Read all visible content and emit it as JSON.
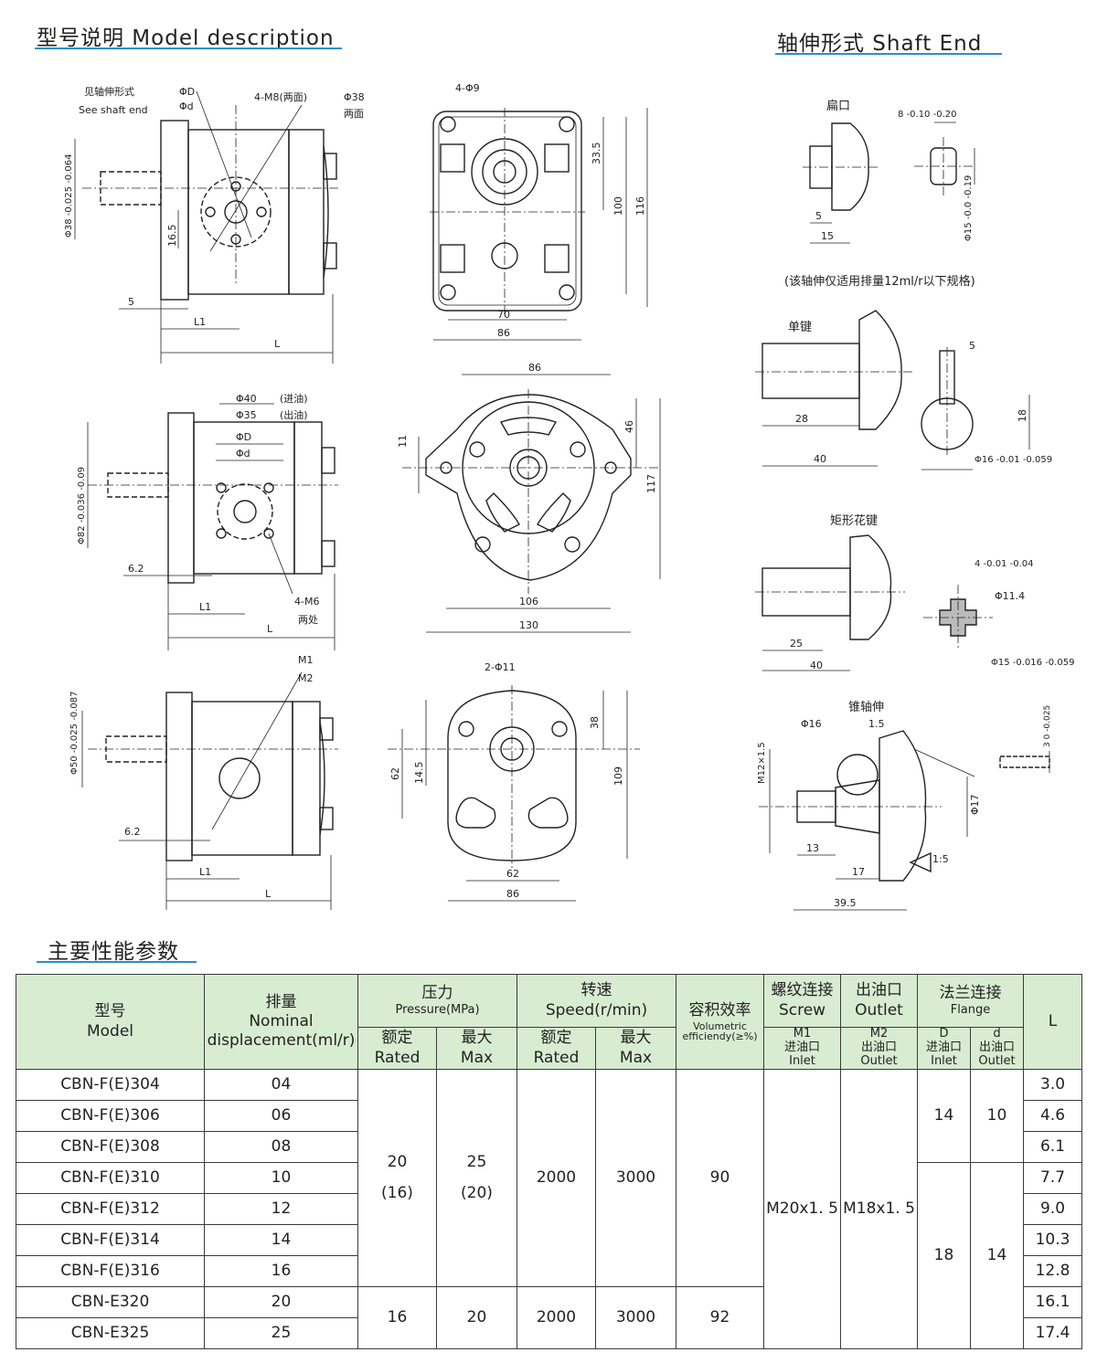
{
  "sections": {
    "model_desc": "型号说明 Model description",
    "shaft_end": "轴伸形式 Shaft End",
    "performance": "主要性能参数"
  },
  "colors": {
    "accent_line": "#2a8fc9",
    "header_fill": "#d8ecd2"
  },
  "drawings": {
    "side1": {
      "see_shaft_cn": "见轴伸形式",
      "see_shaft_en": "See shaft end",
      "phiD": "ΦD",
      "phid": "Φd",
      "bolt": "4-M8(两面)",
      "phi38": "Φ38",
      "both_sides": "两面",
      "shaft_dia": "Φ38 -0.025 -0.064",
      "dim_16_5": "16.5",
      "dim_5": "5",
      "L1": "L1",
      "L": "L"
    },
    "front1": {
      "holes": "4-Φ9",
      "d33_5": "33.5",
      "d100": "100",
      "d116": "116",
      "d70": "70",
      "d86": "86"
    },
    "side2": {
      "phi40": "Φ40",
      "inlet": "(进油)",
      "phi35": "Φ35",
      "outlet": "(出油)",
      "phiD": "ΦD",
      "phid": "Φd",
      "shaft_dia": "Φ82 -0.036 -0.09",
      "dim_6_2": "6.2",
      "bolt": "4-M6",
      "two_places": "两处",
      "L1": "L1",
      "L": "L"
    },
    "front2": {
      "d86": "86",
      "d11": "11",
      "d46": "46",
      "d117": "117",
      "d106": "106",
      "d130": "130"
    },
    "side3": {
      "M1": "M1",
      "M2": "M2",
      "shaft_dia": "Φ50 -0.025 -0.087",
      "dim_6_2": "6.2",
      "L1": "L1",
      "L": "L"
    },
    "front3": {
      "holes": "2-Φ11",
      "d38": "38",
      "d62v": "62",
      "d14_5": "14.5",
      "d109": "109",
      "d62": "62",
      "d86": "86"
    },
    "flat": {
      "title": "扁口",
      "tol": "8 -0.10 -0.20",
      "d5": "5",
      "d15": "15",
      "shaft": "Φ15 -0.0 -0.19",
      "note": "(该轴伸仅适用排量12ml/r以下规格)"
    },
    "key": {
      "title": "单键",
      "d5": "5",
      "d28": "28",
      "d40": "40",
      "d18": "18",
      "shaft": "Φ16 -0.01 -0.059"
    },
    "spline": {
      "title": "矩形花键",
      "d4": "4 -0.01 -0.04",
      "phi11_4": "Φ11.4",
      "d25": "25",
      "d40": "40",
      "phi15": "Φ15 -0.016 -0.059"
    },
    "taper": {
      "title": "锥轴伸",
      "phi16": "Φ16",
      "d1_5": "1.5",
      "m12": "M12×1.5",
      "phi17": "Φ17",
      "d13": "13",
      "d17": "17",
      "taper": "1:5",
      "d39_5": "39.5",
      "key": "3 0 -0.025"
    }
  },
  "table": {
    "headers": {
      "model_cn": "型号",
      "model_en": "Model",
      "disp_cn": "排量",
      "disp_en1": "Nominal",
      "disp_en2": "displacement(ml/r)",
      "press_cn": "压力",
      "press_en": "Pressure(MPa)",
      "speed_cn": "转速",
      "speed_en": "Speed(r/min)",
      "eff_cn": "容积效率",
      "eff_en1": "Volumetric",
      "eff_en2": "efficiendy(≥%)",
      "screw_cn": "螺纹连接",
      "screw_en": "Screw",
      "outlet_cn": "出油口",
      "outlet_en": "Outlet",
      "flange_cn": "法兰连接",
      "flange_en": "Flange",
      "L": "L",
      "rated_cn": "额定",
      "rated_en": "Rated",
      "max_cn": "最大",
      "max_en": "Max",
      "m1": "M1",
      "m1_cn": "进油口",
      "m1_en": "Inlet",
      "m2": "M2",
      "m2_cn": "出油口",
      "m2_en": "Outlet",
      "D": "D",
      "D_cn": "进油口",
      "D_en": "Inlet",
      "d": "d",
      "d_cn": "出油口",
      "d_en": "Outlet"
    },
    "rows": [
      {
        "model": "CBN-F(E)304",
        "disp": "04",
        "L": "3.0"
      },
      {
        "model": "CBN-F(E)306",
        "disp": "06",
        "L": "4.6"
      },
      {
        "model": "CBN-F(E)308",
        "disp": "08",
        "L": "6.1"
      },
      {
        "model": "CBN-F(E)310",
        "disp": "10",
        "L": "7.7"
      },
      {
        "model": "CBN-F(E)312",
        "disp": "12",
        "L": "9.0"
      },
      {
        "model": "CBN-F(E)314",
        "disp": "14",
        "L": "10.3"
      },
      {
        "model": "CBN-F(E)316",
        "disp": "16",
        "L": "12.8"
      },
      {
        "model": "CBN-E320",
        "disp": "20",
        "L": "16.1"
      },
      {
        "model": "CBN-E325",
        "disp": "25",
        "L": "17.4"
      }
    ],
    "groupA": {
      "p_rated": "20",
      "p_rated_alt": "(16)",
      "p_max": "25",
      "p_max_alt": "(20)",
      "s_rated": "2000",
      "s_max": "3000",
      "eff": "90"
    },
    "groupB": {
      "p_rated": "16",
      "p_max": "20",
      "s_rated": "2000",
      "s_max": "3000",
      "eff": "92"
    },
    "screw": "M20x1. 5",
    "outlet": "M18x1. 5",
    "flange1": {
      "D": "14",
      "d": "10"
    },
    "flange2": {
      "D": "18",
      "d": "14"
    }
  }
}
